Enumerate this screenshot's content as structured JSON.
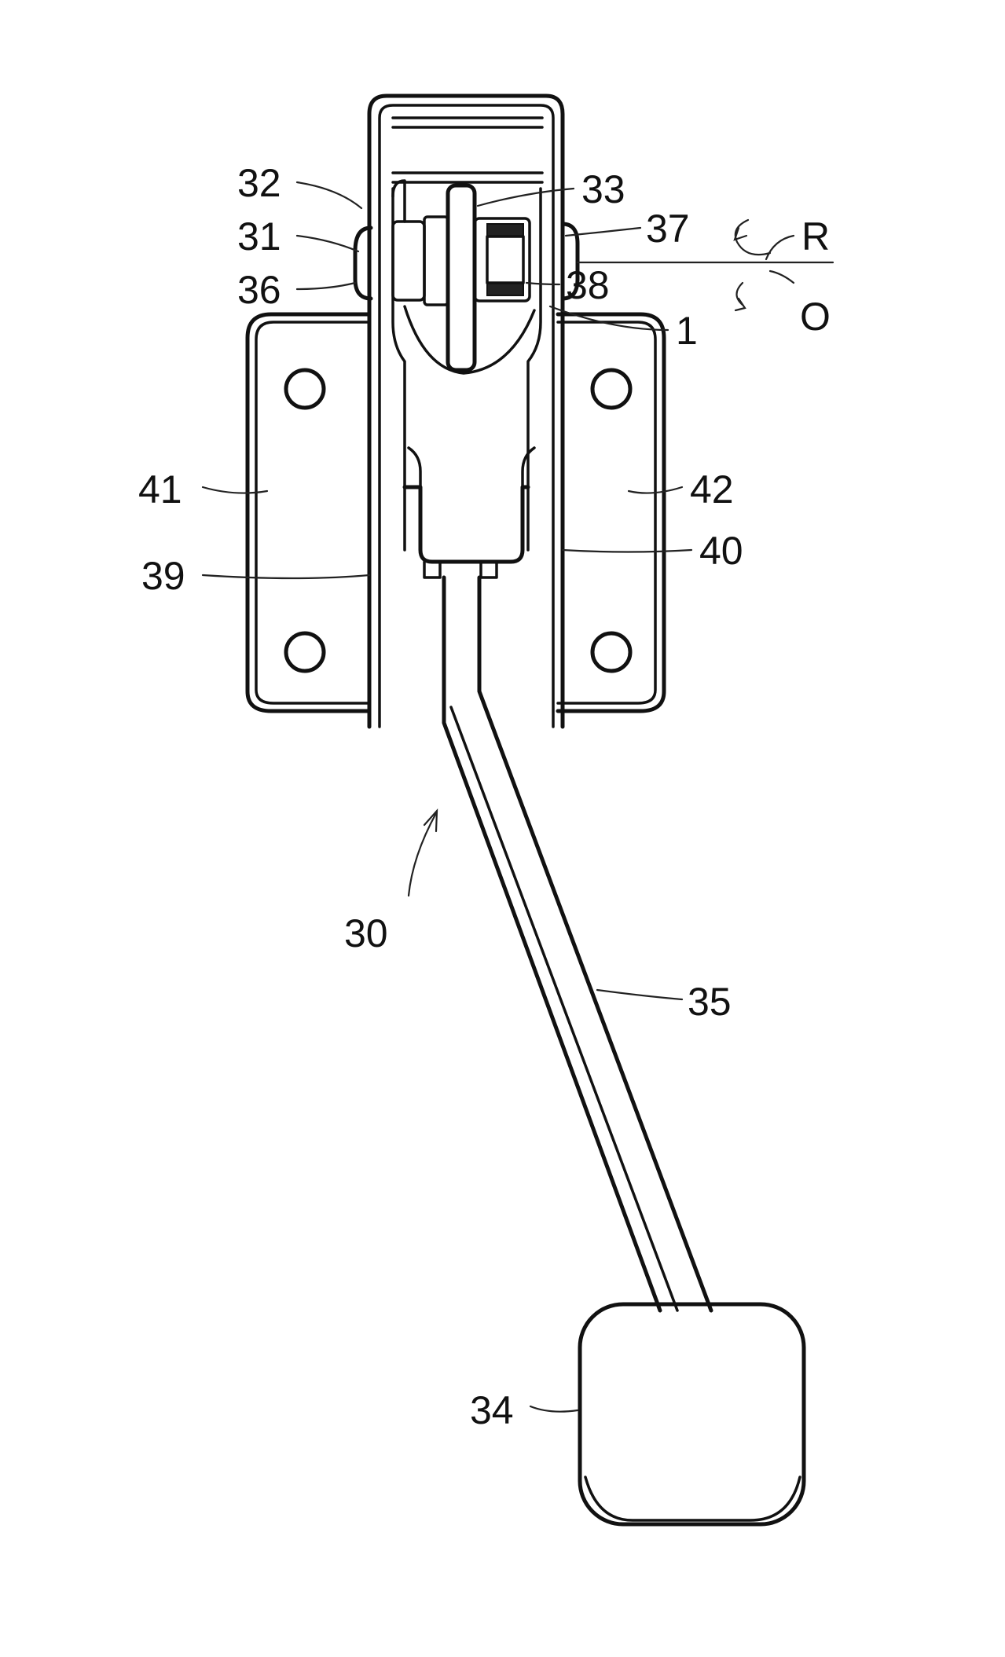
{
  "figure": {
    "labels": {
      "l30": "30",
      "l31": "31",
      "l32": "32",
      "l33": "33",
      "l34": "34",
      "l35": "35",
      "l36": "36",
      "l37": "37",
      "l38": "38",
      "l39": "39",
      "l40": "40",
      "l41": "41",
      "l42": "42",
      "l1": "1",
      "lR": "R",
      "lO": "O"
    }
  }
}
